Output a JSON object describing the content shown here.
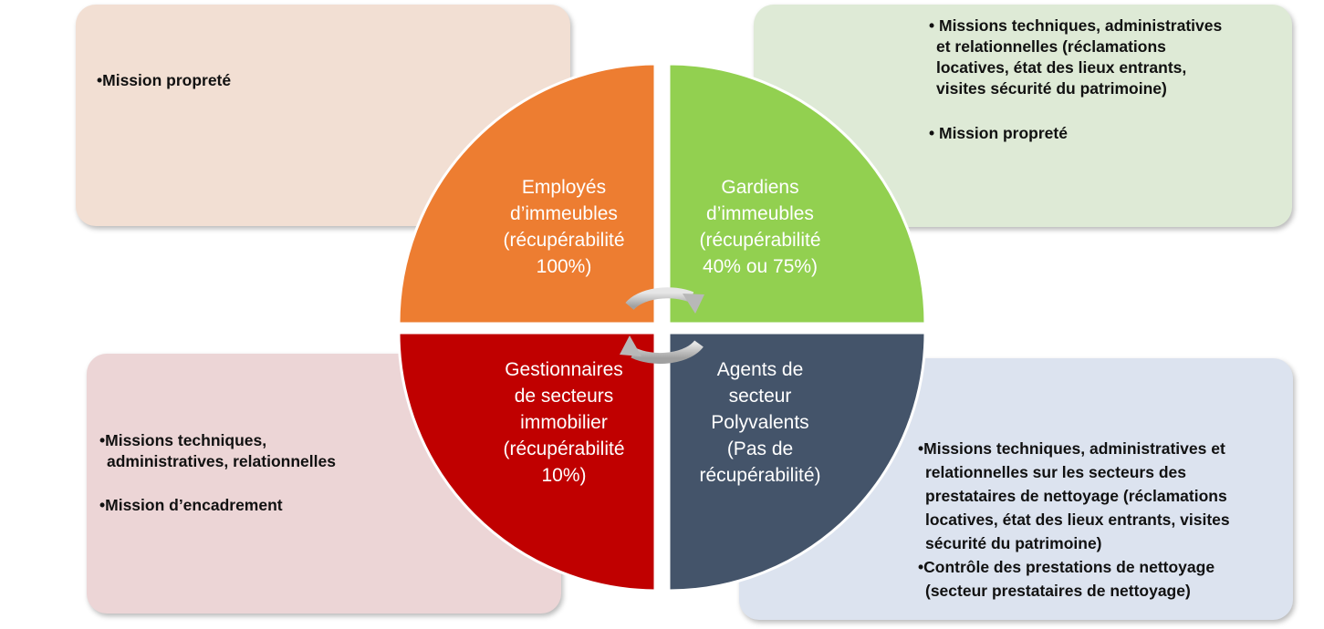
{
  "quadrants": {
    "top_left": {
      "lines": [
        "Employés",
        "d’immeubles",
        "(récupérabilité",
        "100%)"
      ],
      "color": "#ed7d31"
    },
    "top_right": {
      "lines": [
        "Gardiens",
        "d’immeubles",
        "(récupérabilité",
        "40% ou 75%)"
      ],
      "color": "#92d050"
    },
    "bottom_left": {
      "lines": [
        "Gestionnaires",
        "de secteurs",
        "immobilier",
        "(récupérabilité",
        "10%)"
      ],
      "color": "#c00000"
    },
    "bottom_right": {
      "lines": [
        "Agents de",
        "secteur",
        "Polyvalents",
        "(Pas de",
        "récupérabilité)"
      ],
      "color": "#44546a"
    }
  },
  "boxes": {
    "top_left": {
      "items": [
        "•Mission propreté"
      ]
    },
    "top_right": {
      "items": [
        [
          "• Missions techniques, administratives",
          "et relationnelles (réclamations",
          "locatives, état des lieux entrants,",
          "visites sécurité du patrimoine)"
        ],
        [
          "• Mission propreté"
        ]
      ]
    },
    "bottom_left": {
      "items": [
        [
          "•Missions techniques,",
          "administratives, relationnelles"
        ],
        [
          "•Mission d’encadrement"
        ]
      ]
    },
    "bottom_right": {
      "items": [
        [
          "•Missions techniques, administratives et",
          "relationnelles sur les secteurs des",
          "prestataires de nettoyage (réclamations",
          "locatives, état des lieux entrants, visites",
          "sécurité du patrimoine)"
        ],
        [
          "•Contrôle des prestations de nettoyage",
          "(secteur prestataires de nettoyage)"
        ]
      ]
    }
  },
  "icons": {
    "cycle_arrows": "circular-arrows-icon"
  }
}
